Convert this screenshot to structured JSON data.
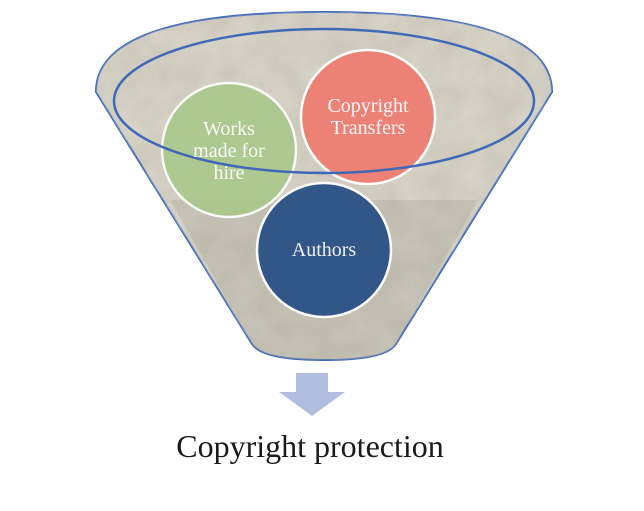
{
  "diagram": {
    "circles": [
      {
        "key": "works",
        "label": "Works\nmade for\nhire",
        "color": "#a9c88a"
      },
      {
        "key": "transfers",
        "label": "Copyright\nTransfers",
        "color": "#ee7e73"
      },
      {
        "key": "authors",
        "label": "Authors",
        "color": "#2b5185"
      }
    ],
    "result": "Copyright protection",
    "colors": {
      "funnel_fill": "#c9c4b6",
      "funnel_outline": "#4068b8",
      "arrow": "#b1bedf"
    }
  }
}
